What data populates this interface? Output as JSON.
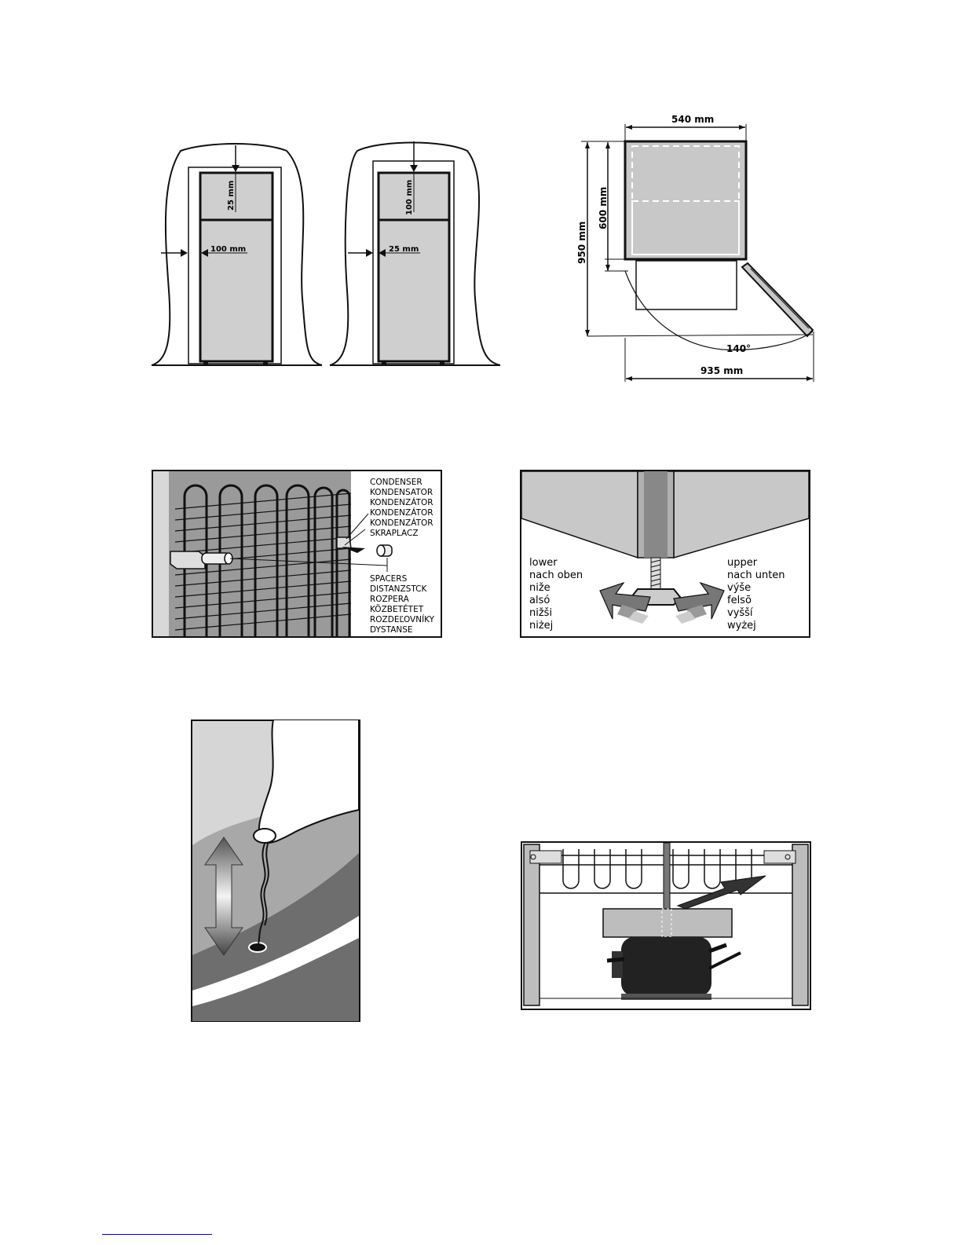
{
  "clearance": {
    "left_top": "25 mm",
    "left_side": "100 mm",
    "right_top": "100 mm",
    "right_side": "25 mm"
  },
  "dimensions": {
    "width": "540 mm",
    "depth_body": "600 mm",
    "height": "950 mm",
    "angle": "140°",
    "depth_open": "935 mm"
  },
  "condenser": {
    "labels": [
      "CONDENSER",
      "KONDENSATOR",
      "KONDENZÁTOR",
      "KONDENZÁTOR",
      "KONDENZÁTOR",
      "SKRAPLACZ"
    ],
    "spacers": [
      "SPACERS",
      "DISTANZSTCK",
      "ROZPERA",
      "KÖZBETÉTET",
      "ROZDEĽOVNÍKY",
      "DYSTANSE"
    ]
  },
  "feet": {
    "left": [
      "lower",
      "nach oben",
      "niže",
      "alsó",
      "nižši",
      "niżej"
    ],
    "right": [
      "upper",
      "nach unten",
      "výše",
      "felsō",
      "vyšší",
      "wyżej"
    ]
  },
  "colors": {
    "ink": "#111111",
    "panel_gray": "#c8c8c8",
    "dark_gray": "#6e6e6e"
  }
}
